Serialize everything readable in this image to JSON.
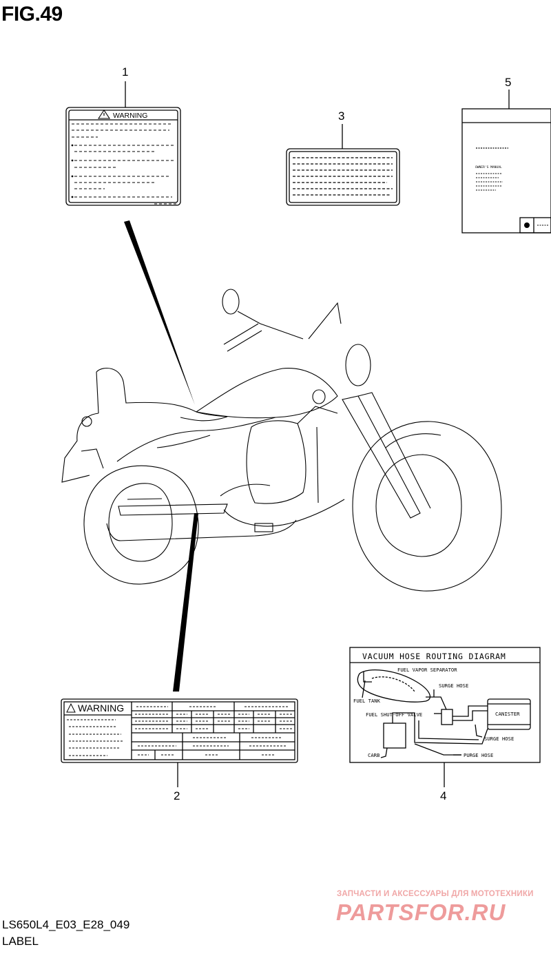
{
  "figure": {
    "title": "FIG.49",
    "code": "LS650L4_E03_E28_049",
    "name": "LABEL"
  },
  "callouts": [
    "1",
    "2",
    "3",
    "4",
    "5"
  ],
  "label1": {
    "heading": "WARNING"
  },
  "label2": {
    "heading": "WARNING"
  },
  "label5": {
    "text": "OWNER'S MANUAL"
  },
  "vacuum_diagram": {
    "title": "VACUUM HOSE ROUTING DIAGRAM",
    "parts": {
      "fuel_vapor_separator": "FUEL VAPOR SEPARATOR",
      "surge_hose_top": "SURGE HOSE",
      "fuel_tank": "FUEL TANK",
      "fuel_shutoff_valve": "FUEL SHUT-OFF VALVE",
      "canister": "CANISTER",
      "surge_hose_bottom": "SURGE HOSE",
      "carb": "CARB",
      "purge_hose": "PURGE HOSE"
    }
  },
  "watermark": {
    "tagline": "ЗАПЧАСТИ И АКСЕССУАРЫ ДЛЯ МОТОТЕХНИКИ",
    "brand": "PARTSFOR.RU"
  },
  "colors": {
    "line": "#000000",
    "watermark": "#ee9b9b"
  }
}
